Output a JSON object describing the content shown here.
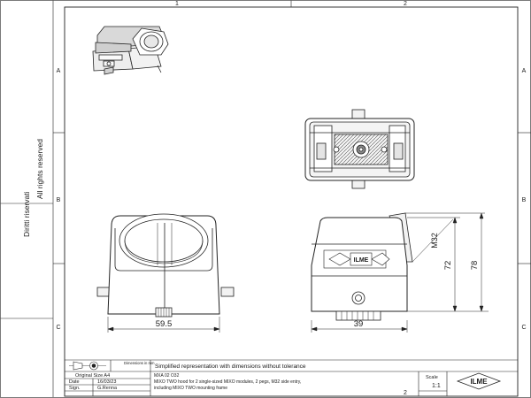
{
  "frame": {
    "col_labels": [
      "1",
      "2"
    ],
    "row_labels": [
      "A",
      "B",
      "C"
    ]
  },
  "side_text": {
    "rights": "All rights reserved",
    "diritti": "Diritti riservati"
  },
  "dimensions": {
    "width_front": "59.5",
    "width_side": "39",
    "height_72": "72",
    "height_78": "78",
    "thread": "M32"
  },
  "title_block": {
    "projection_label": "Dimensions in mm",
    "description_main": "Simplified representation with dimensions without tolerance",
    "original_size": "Original Size A4",
    "part_code": "MXA 02 O32",
    "description_line1": "MIXO TWO hood for 2 single-sized MIXO modules, 2 pegs, M32 side entry,",
    "description_line2": "including MIXO TWO mounting frame",
    "date_label": "Date",
    "date_value": "16/03/23",
    "sign_label": "Sign.",
    "sign_value": "G.Renna",
    "scale_label": "Scale",
    "scale_value": "1:1",
    "sheet_number": "2",
    "logo_text": "ILME"
  }
}
